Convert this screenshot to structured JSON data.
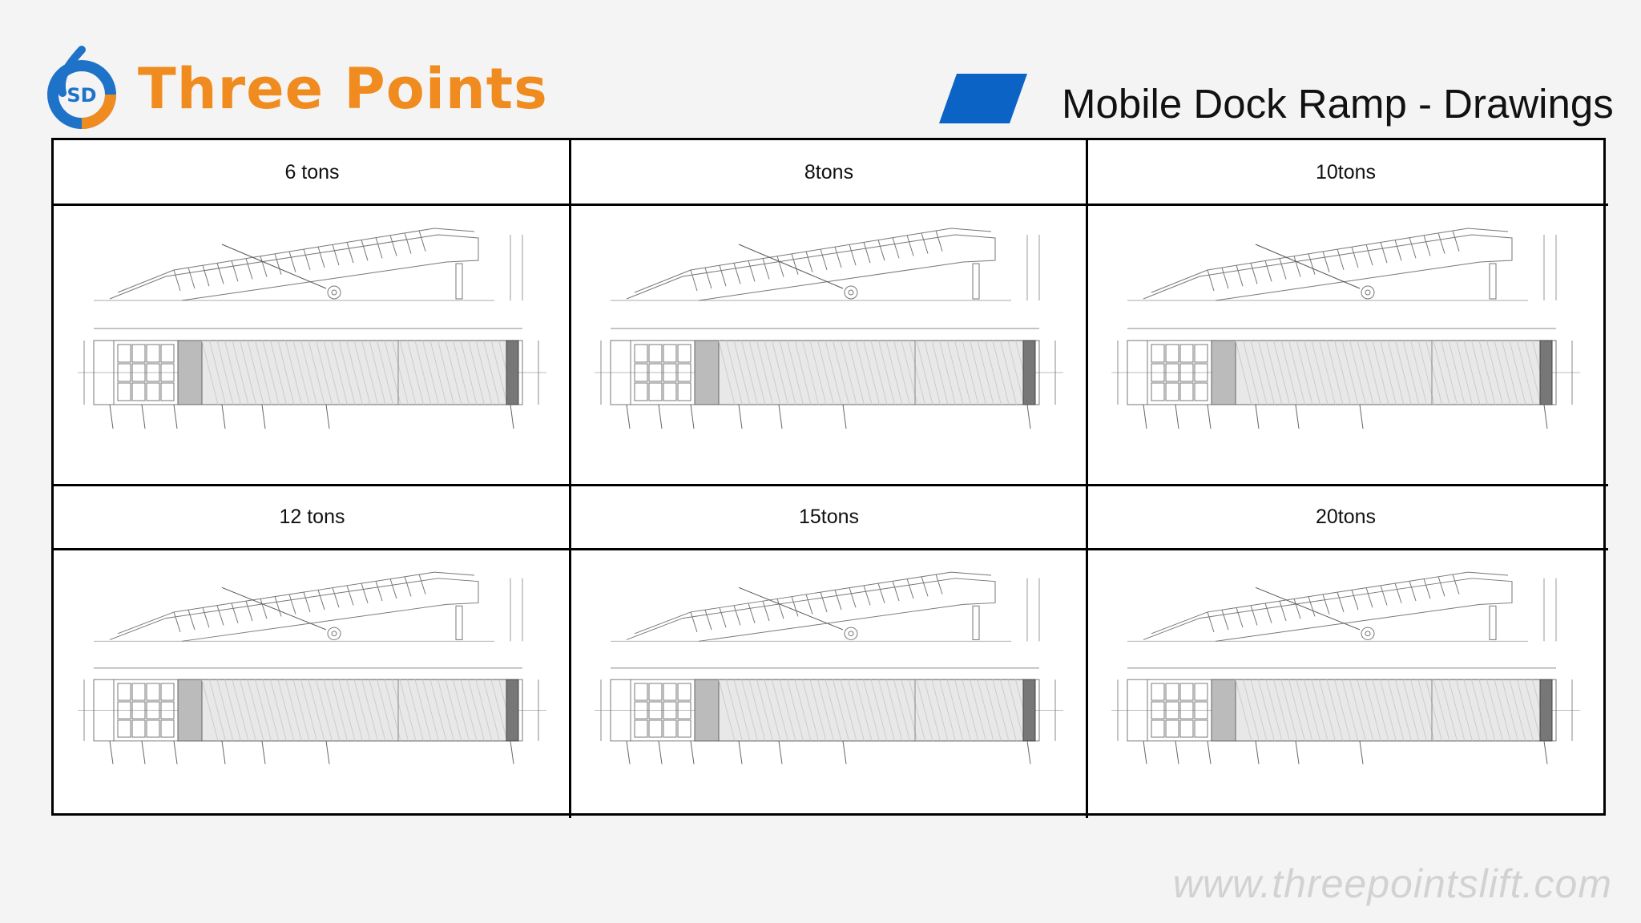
{
  "brand": {
    "name": "Three Points",
    "mark_text": "SD"
  },
  "header": {
    "title": "Mobile Dock Ramp - Drawings"
  },
  "colors": {
    "brand_orange": "#f08c1f",
    "brand_blue": "#1e73c8",
    "accent_blue": "#0b63c5"
  },
  "drawings": [
    {
      "capacity": "6 tons"
    },
    {
      "capacity": "8tons"
    },
    {
      "capacity": "10tons"
    },
    {
      "capacity": "12 tons"
    },
    {
      "capacity": "15tons"
    },
    {
      "capacity": "20tons"
    }
  ],
  "footer": {
    "website": "www.threepointslift.com"
  }
}
